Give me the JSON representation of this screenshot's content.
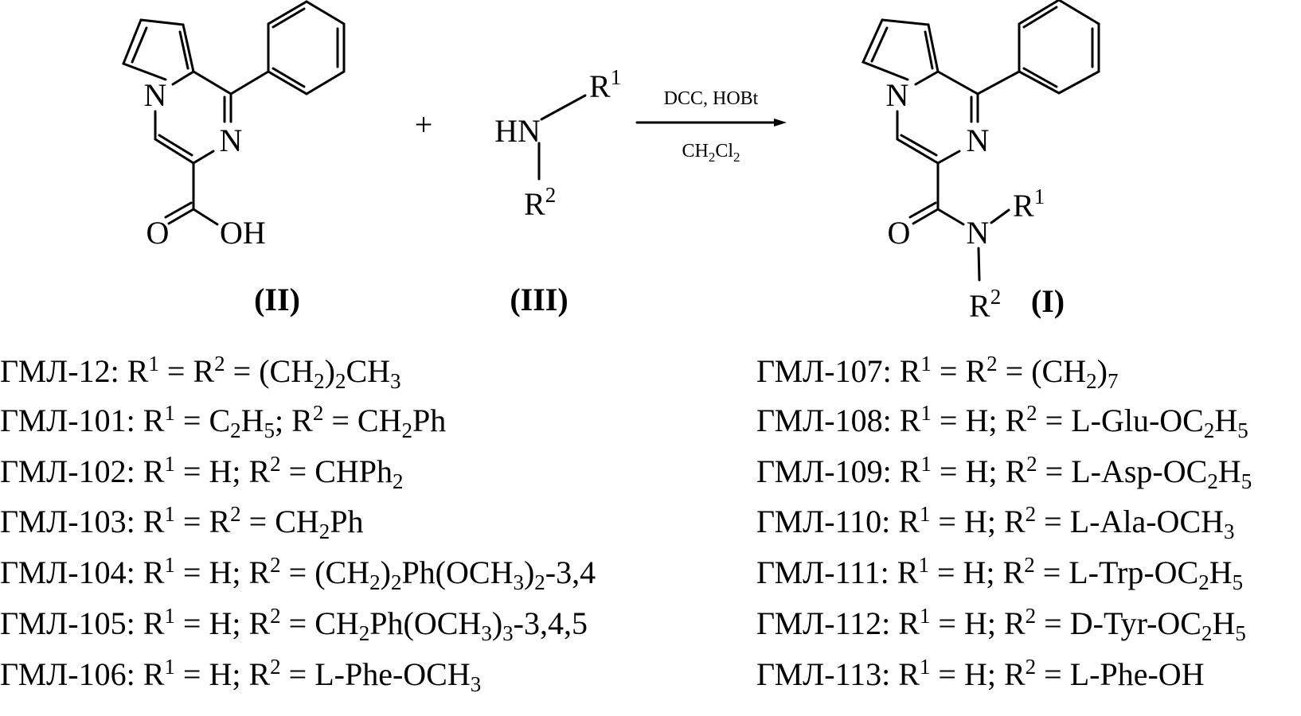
{
  "reactant_acid": {
    "n1": "N",
    "n2": "N",
    "o": "O",
    "oh": "OH",
    "label": "(II)"
  },
  "plus": "+",
  "amine": {
    "hn": "HN",
    "r1": "R",
    "r1_sup": "1",
    "r2": "R",
    "r2_sup": "2",
    "label": "(III)"
  },
  "conditions": {
    "reagents": "DCC, HOBt",
    "solvent_parts": [
      "CH",
      {
        "sub": "2"
      },
      "Cl",
      {
        "sub": "2"
      }
    ]
  },
  "product": {
    "n1": "N",
    "n2": "N",
    "o": "O",
    "n3": "N",
    "r1": "R",
    "r1_sup": "1",
    "r2": "R",
    "r2_sup": "2",
    "label": "(I)"
  },
  "compounds_left": [
    [
      "ГМЛ-12: R",
      {
        "sup": "1"
      },
      " = R",
      {
        "sup": "2"
      },
      " = (CH",
      {
        "sub": "2"
      },
      ")",
      {
        "sub": "2"
      },
      "CH",
      {
        "sub": "3"
      }
    ],
    [
      "ГМЛ-101: R",
      {
        "sup": "1"
      },
      " = C",
      {
        "sub": "2"
      },
      "H",
      {
        "sub": "5"
      },
      "; R",
      {
        "sup": "2"
      },
      " = CH",
      {
        "sub": "2"
      },
      "Ph"
    ],
    [
      "ГМЛ-102: R",
      {
        "sup": "1"
      },
      " = H; R",
      {
        "sup": "2"
      },
      " = CHPh",
      {
        "sub": "2"
      }
    ],
    [
      "ГМЛ-103: R",
      {
        "sup": "1"
      },
      " = R",
      {
        "sup": "2"
      },
      " = CH",
      {
        "sub": "2"
      },
      "Ph"
    ],
    [
      "ГМЛ-104: R",
      {
        "sup": "1"
      },
      " = H; R",
      {
        "sup": "2"
      },
      " = (CH",
      {
        "sub": "2"
      },
      ")",
      {
        "sub": "2"
      },
      "Ph(OCH",
      {
        "sub": "3"
      },
      ")",
      {
        "sub": "2"
      },
      "-3,4"
    ],
    [
      "ГМЛ-105: R",
      {
        "sup": "1"
      },
      " = H; R",
      {
        "sup": "2"
      },
      " = CH",
      {
        "sub": "2"
      },
      "Ph(OCH",
      {
        "sub": "3"
      },
      ")",
      {
        "sub": "3"
      },
      "-3,4,5"
    ],
    [
      "ГМЛ-106: R",
      {
        "sup": "1"
      },
      " = H; R",
      {
        "sup": "2"
      },
      " = L-Phe-OCH",
      {
        "sub": "3"
      }
    ]
  ],
  "compounds_right": [
    [
      "ГМЛ-107: R",
      {
        "sup": "1"
      },
      " = R",
      {
        "sup": "2"
      },
      " = (CH",
      {
        "sub": "2"
      },
      ")",
      {
        "sub": "7"
      }
    ],
    [
      "ГМЛ-108: R",
      {
        "sup": "1"
      },
      " = H; R",
      {
        "sup": "2"
      },
      " = L-Glu-OC",
      {
        "sub": "2"
      },
      "H",
      {
        "sub": "5"
      }
    ],
    [
      "ГМЛ-109: R",
      {
        "sup": "1"
      },
      " = H; R",
      {
        "sup": "2"
      },
      " = L-Asp-OC",
      {
        "sub": "2"
      },
      "H",
      {
        "sub": "5"
      }
    ],
    [
      "ГМЛ-110: R",
      {
        "sup": "1"
      },
      " = H; R",
      {
        "sup": "2"
      },
      " = L-Ala-OCH",
      {
        "sub": "3"
      }
    ],
    [
      "ГМЛ-111: R",
      {
        "sup": "1"
      },
      " = H; R",
      {
        "sup": "2"
      },
      " = L-Trp-OC",
      {
        "sub": "2"
      },
      "H",
      {
        "sub": "5"
      }
    ],
    [
      "ГМЛ-112: R",
      {
        "sup": "1"
      },
      " = H; R",
      {
        "sup": "2"
      },
      " = D-Tyr-OC",
      {
        "sub": "2"
      },
      "H",
      {
        "sub": "5"
      }
    ],
    [
      "ГМЛ-113: R",
      {
        "sup": "1"
      },
      " = H; R",
      {
        "sup": "2"
      },
      " = L-Phe-OH"
    ]
  ]
}
